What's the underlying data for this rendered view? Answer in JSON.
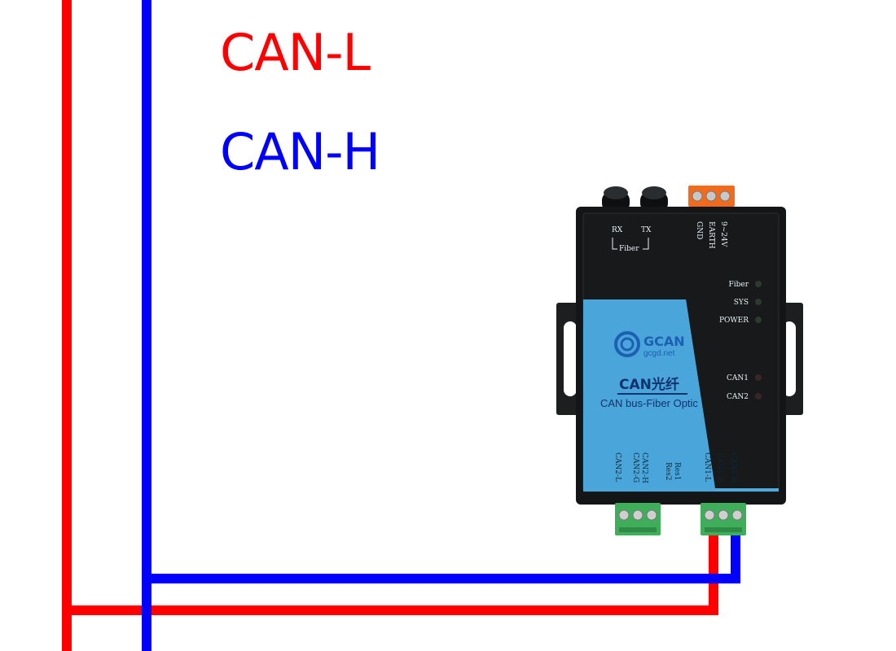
{
  "legend": {
    "can_l": "CAN-L",
    "can_h": "CAN-H"
  },
  "colors": {
    "can_l_wire": "#ff0000",
    "can_h_wire": "#0000ff",
    "device_body": "#131516",
    "device_panel": "#4ea9dc",
    "terminal_green": "#3fae5a",
    "terminal_orange": "#f26a1b"
  },
  "device": {
    "top_labels": {
      "rx": "RX",
      "tx": "TX",
      "fiber": "Fiber",
      "power_terminal": [
        "9~24V",
        "EARTH",
        "GND"
      ]
    },
    "leds": {
      "fiber": "Fiber",
      "sys": "SYS",
      "power": "POWER",
      "can1": "CAN1",
      "can2": "CAN2"
    },
    "brand": {
      "name": "GCAN",
      "url": "gcgd.net",
      "product_title": "CAN光纤",
      "product_subtitle": "CAN bus-Fiber Optic"
    },
    "bottom_labels": {
      "can2_l": "CAN2-L",
      "can2_g": "CAN2-G",
      "can2_h": "CAN2-H",
      "res1": "Res1",
      "res2": "Res2",
      "can1_l": "CAN1-L",
      "can1_g": "CAN1-G",
      "can1_h": "CAN1-H"
    }
  }
}
